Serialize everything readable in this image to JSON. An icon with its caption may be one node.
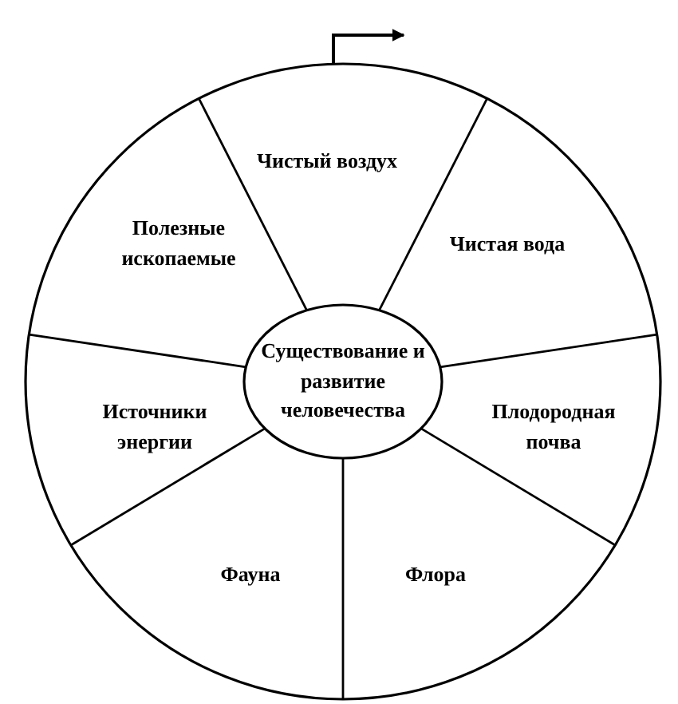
{
  "diagram": {
    "nodes": [
      {
        "text": [
          "Чистый воздух"
        ]
      },
      {
        "text": [
          "Полезные ископаемые"
        ]
      },
      {
        "text": [
          "Чистая вода"
        ]
      },
      {
        "text": [
          "Существование и развитие человечества"
        ]
      },
      {
        "text": [
          "Источники энергии"
        ]
      },
      {
        "text": [
          "Плодородная почва"
        ]
      },
      {
        "text": [
          "Фауна"
        ]
      },
      {
        "text": [
          "Флора"
        ]
      }
    ]
  }
}
